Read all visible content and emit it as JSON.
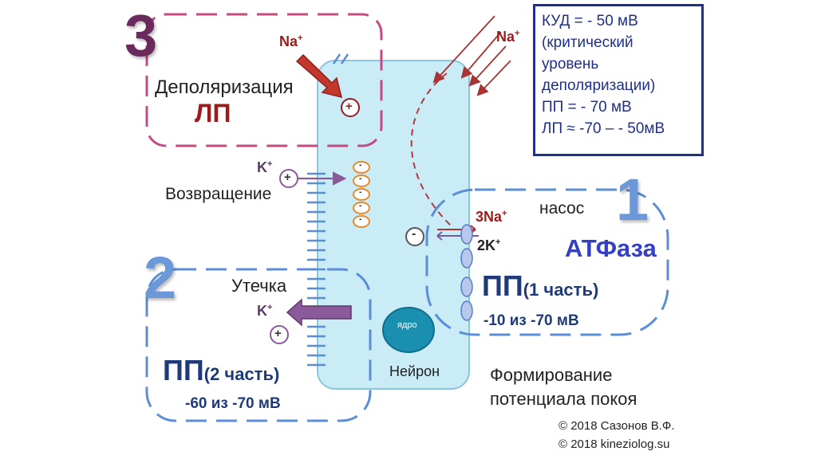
{
  "colors": {
    "neuron_fill": "#c9ecf7",
    "neuron_stroke": "#8cc6de",
    "box3": "#c44b82",
    "box_blue": "#5b8ed6",
    "dark_red": "#9c1c1c",
    "navy": "#1f3a78",
    "purple_num": "#6a2a5b",
    "blue_num": "#6a98d8",
    "info_text": "#1f2f8a",
    "atf": "#3340c4"
  },
  "step3": {
    "number": "3",
    "title": "Деполяризация",
    "sub": "ЛП"
  },
  "step2": {
    "number": "2",
    "leak": "Утечка",
    "pp": "ПП",
    "part": "(2 часть)",
    "value": "-60 из -70 мВ"
  },
  "step1": {
    "number": "1",
    "pump": "насос",
    "atf": "АТФаза",
    "pp": "ПП",
    "part": "(1 часть)",
    "value": "-10 из -70 мВ"
  },
  "ions": {
    "na_top": "Na",
    "na_right": "Na",
    "sup_plus": "+",
    "k_top": "K",
    "k_leak": "K",
    "na3": "3Na",
    "k2": "2K",
    "return_label": "Возвращение"
  },
  "charges": {
    "plus": "+",
    "minus": "-"
  },
  "neuron": {
    "label": "Нейрон",
    "nucleus": "ядро"
  },
  "info": {
    "lines": [
      "КУД = - 50 мВ",
      "(критический",
      "уровень",
      "деполяризации)",
      "ПП = - 70 мВ",
      "ЛП ≈ -70 –  - 50мВ"
    ]
  },
  "caption": {
    "line1": "Формирование",
    "line2": "потенциала покоя"
  },
  "copyright": {
    "line1": "© 2018 Сазонов В.Ф.",
    "line2": "© 2018 kineziolog.su"
  }
}
